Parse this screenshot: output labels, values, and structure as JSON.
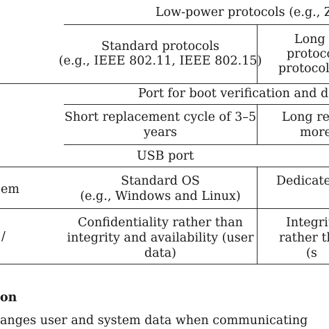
{
  "table": {
    "lowpower_header": "Low-power protocols (e.g., Z",
    "standard_protocols": {
      "line1": "Standard protocols",
      "line2": "(e.g., IEEE 802.11, IEEE 802.15)"
    },
    "long_protocols": {
      "line1": "Long",
      "line2": "protoco",
      "line3": "protocols"
    },
    "port_boot": "Port for boot verification and de",
    "replacement": {
      "line1": "Short replacement cycle of 3–5",
      "line2": "years"
    },
    "long_replacement": {
      "line1": "Long re",
      "line2": "more"
    },
    "usb_port": "USB port",
    "os_row": {
      "left_label": "em",
      "standard_os_line1": "Standard OS",
      "standard_os_line2": "(e.g., Windows and Linux)",
      "dedicated": "Dedicate"
    },
    "security_row": {
      "left_label": "/",
      "conf_line1": "Confidentiality rather than",
      "conf_line2": "integrity and availability (user",
      "conf_line3": "data)",
      "integ_line1": "Integrit",
      "integ_line2": "rather th",
      "integ_line3": "(s"
    }
  },
  "below_table": {
    "section_fragment": "on",
    "sentence_fragment": "anges user and system data when communicating"
  }
}
